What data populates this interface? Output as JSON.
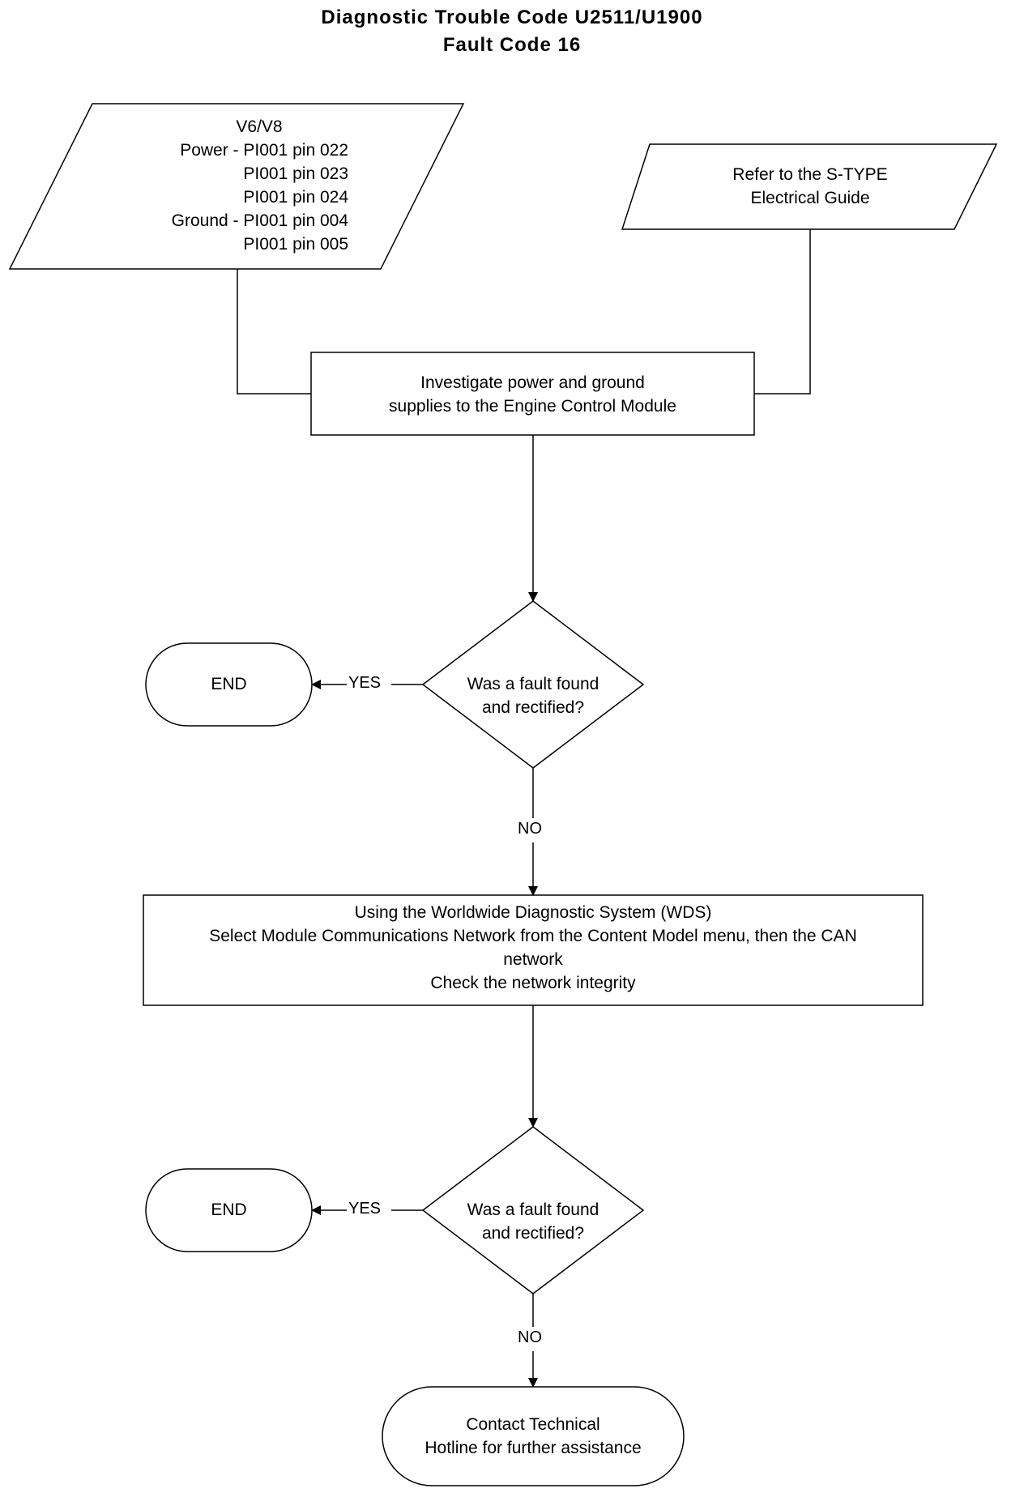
{
  "title": {
    "line1": "Diagnostic Trouble Code U2511/U1900",
    "line2": "Fault Code 16"
  },
  "nodes": {
    "pins": {
      "header": "V6/V8",
      "lines": [
        {
          "label": "Power - ",
          "value": "PI001 pin 022"
        },
        {
          "label": "",
          "value": "PI001 pin 023"
        },
        {
          "label": "",
          "value": "PI001 pin 024"
        },
        {
          "label": "Ground - ",
          "value": "PI001 pin 004"
        },
        {
          "label": "",
          "value": "PI001 pin 005"
        }
      ]
    },
    "refer": {
      "line1": "Refer to the S-TYPE",
      "line2": "Electrical Guide"
    },
    "investigate": {
      "line1": "Investigate power and ground",
      "line2": "supplies to the Engine Control Module"
    },
    "decision1": {
      "line1": "Was a fault found",
      "line2": "and rectified?"
    },
    "end1": "END",
    "wds": {
      "line1": "Using the Worldwide Diagnostic System (WDS)",
      "line2": "Select Module Communications Network from the Content Model menu,  then the CAN",
      "line3": "network",
      "line4": "Check the network integrity"
    },
    "decision2": {
      "line1": "Was a fault found",
      "line2": "and rectified?"
    },
    "end2": "END",
    "contact": {
      "line1": "Contact Technical",
      "line2": "Hotline for further assistance"
    }
  },
  "edges": {
    "yes1": "YES",
    "no1": "NO",
    "yes2": "YES",
    "no2": "NO"
  }
}
